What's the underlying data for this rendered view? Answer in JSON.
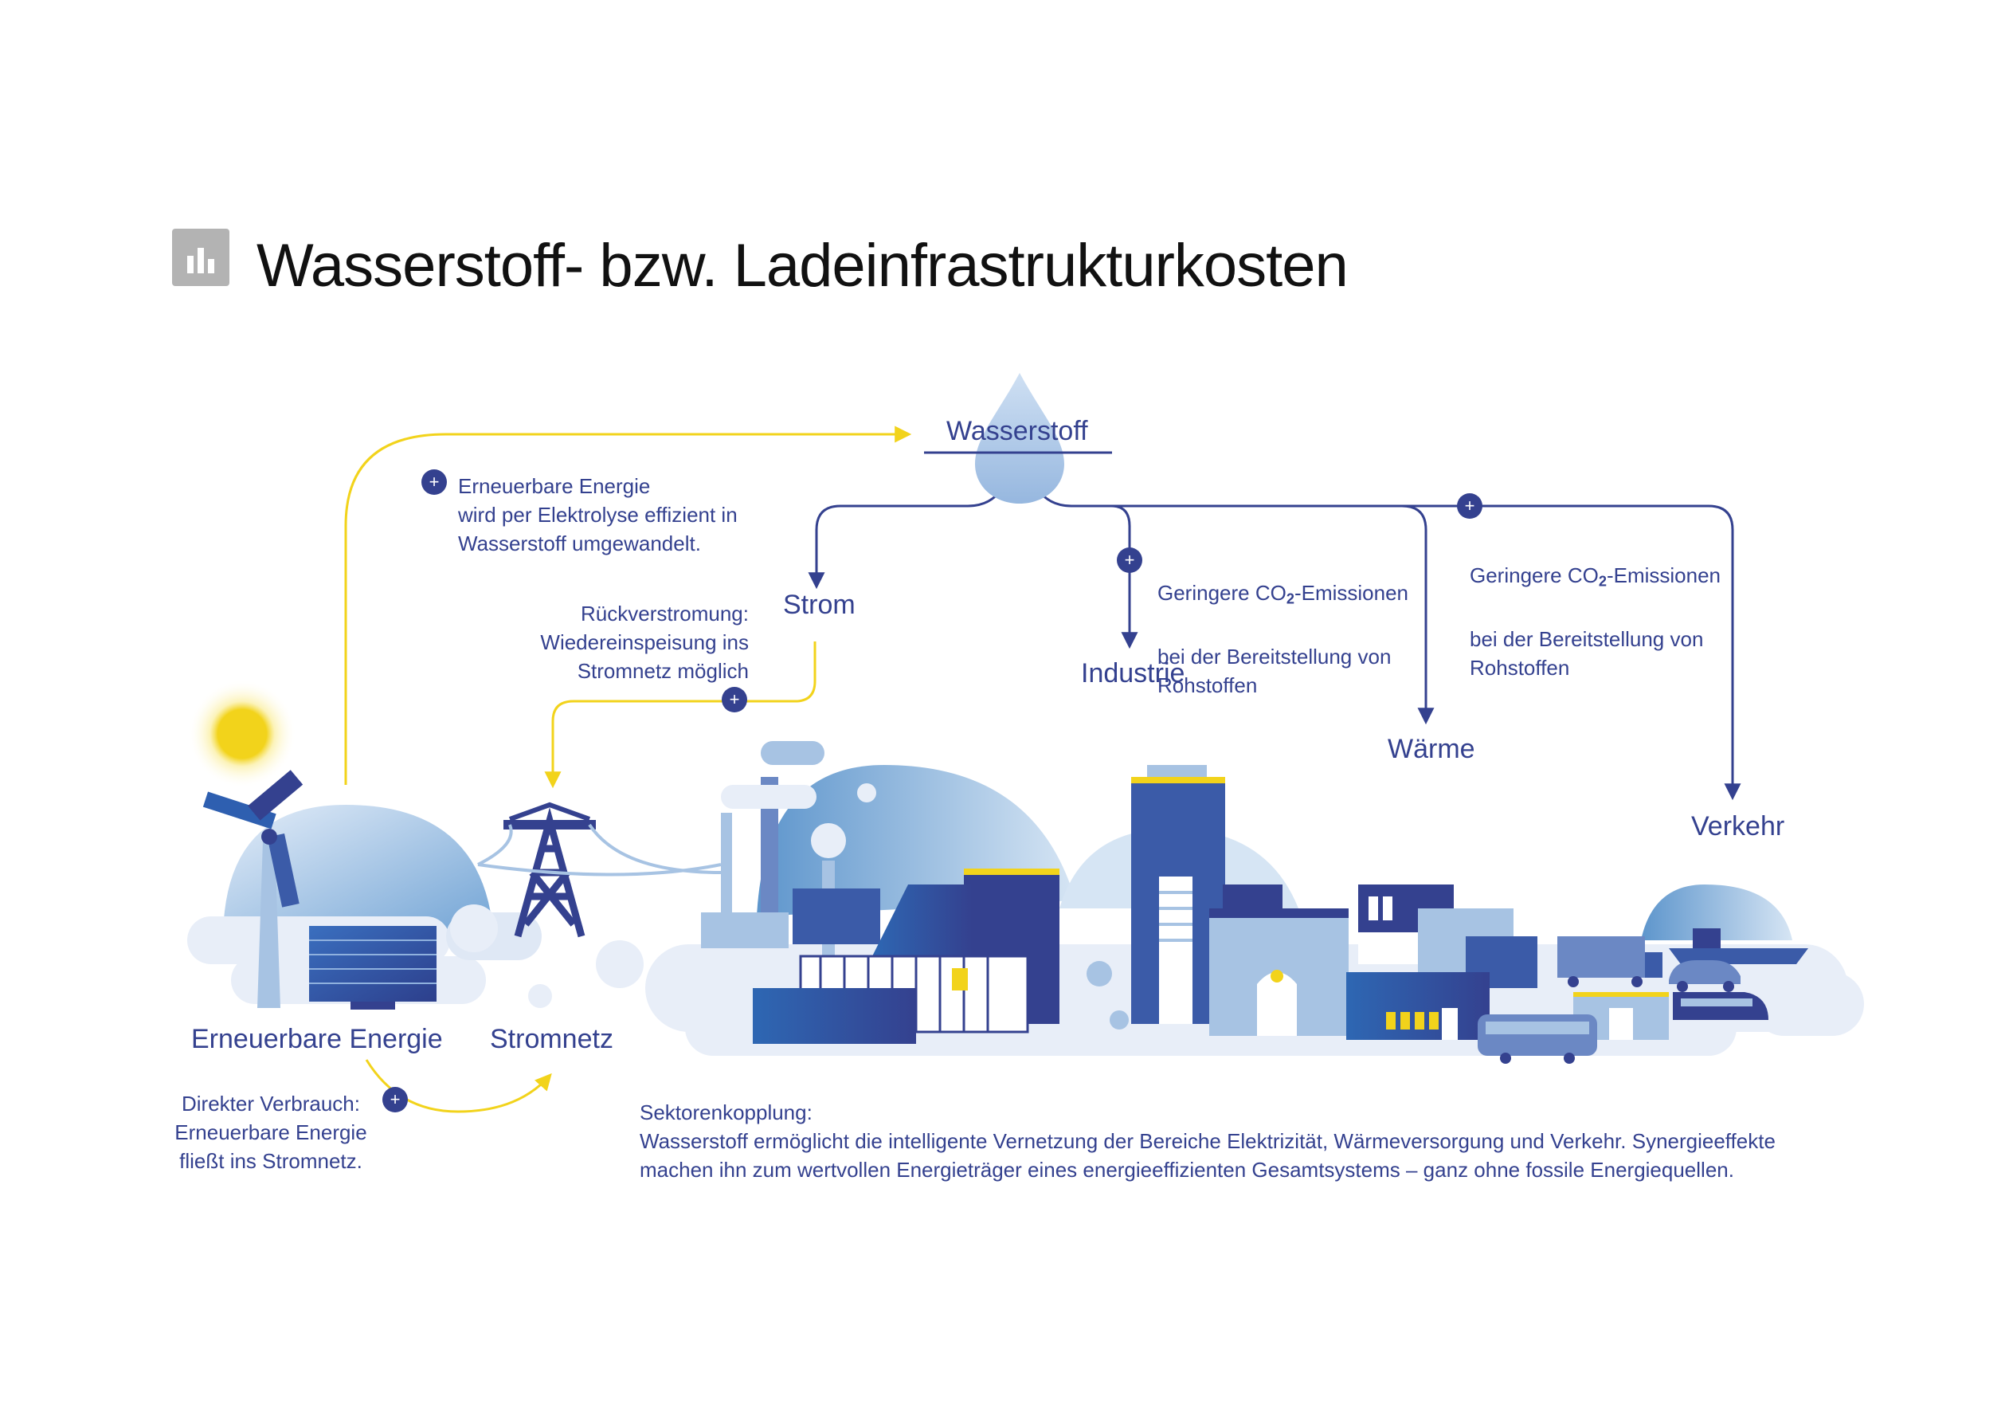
{
  "header": {
    "icon": "bar-chart-icon",
    "title": "Wasserstoff- bzw. Ladeinfrastrukturkosten"
  },
  "colors": {
    "yellow": "#f2d31b",
    "navy": "#34418f",
    "mid_blue": "#3b5ba8",
    "light_blue": "#a7c3e3",
    "pale": "#e8eef8",
    "grey_icon": "#b3b3b3"
  },
  "nodes": {
    "hydrogen": "Wasserstoff",
    "strom": "Strom",
    "industrie": "Industrie",
    "waerme": "Wärme",
    "verkehr": "Verkehr",
    "renewables": "Erneuerbare Energie",
    "grid": "Stromnetz"
  },
  "notes": {
    "electrolysis": "Erneuerbare Energie\nwird per Elektrolyse effizient in\nWasserstoff umgewandelt.",
    "reconversion": "Rückverstromung:\nWiedereinspeisung ins\nStromnetz möglich",
    "co2_industry_prefix": "Geringere CO",
    "co2_industry_sub": "2",
    "co2_industry_suffix": "-Emissionen",
    "co2_industry_rest": "bei der Bereitstellung von\nRohstoffen",
    "co2_heat_prefix": "Geringere CO",
    "co2_heat_sub": "2",
    "co2_heat_suffix": "-Emissionen",
    "co2_heat_rest": "bei der Bereitstellung von\nRohstoffen",
    "direct_use": "Direkter Verbrauch:\nErneuerbare Energie\nfließt ins Stromnetz."
  },
  "sector_coupling": {
    "heading": "Sektorenkopplung:",
    "line1": "Wasserstoff ermöglicht die intelligente Vernetzung der Bereiche Elektrizität, Wärmeversorgung und Verkehr. Synergieeffekte",
    "line2": "machen ihn zum wertvollen Energieträger eines energieeffizienten Gesamtsystems – ganz ohne fossile Energiequellen."
  }
}
